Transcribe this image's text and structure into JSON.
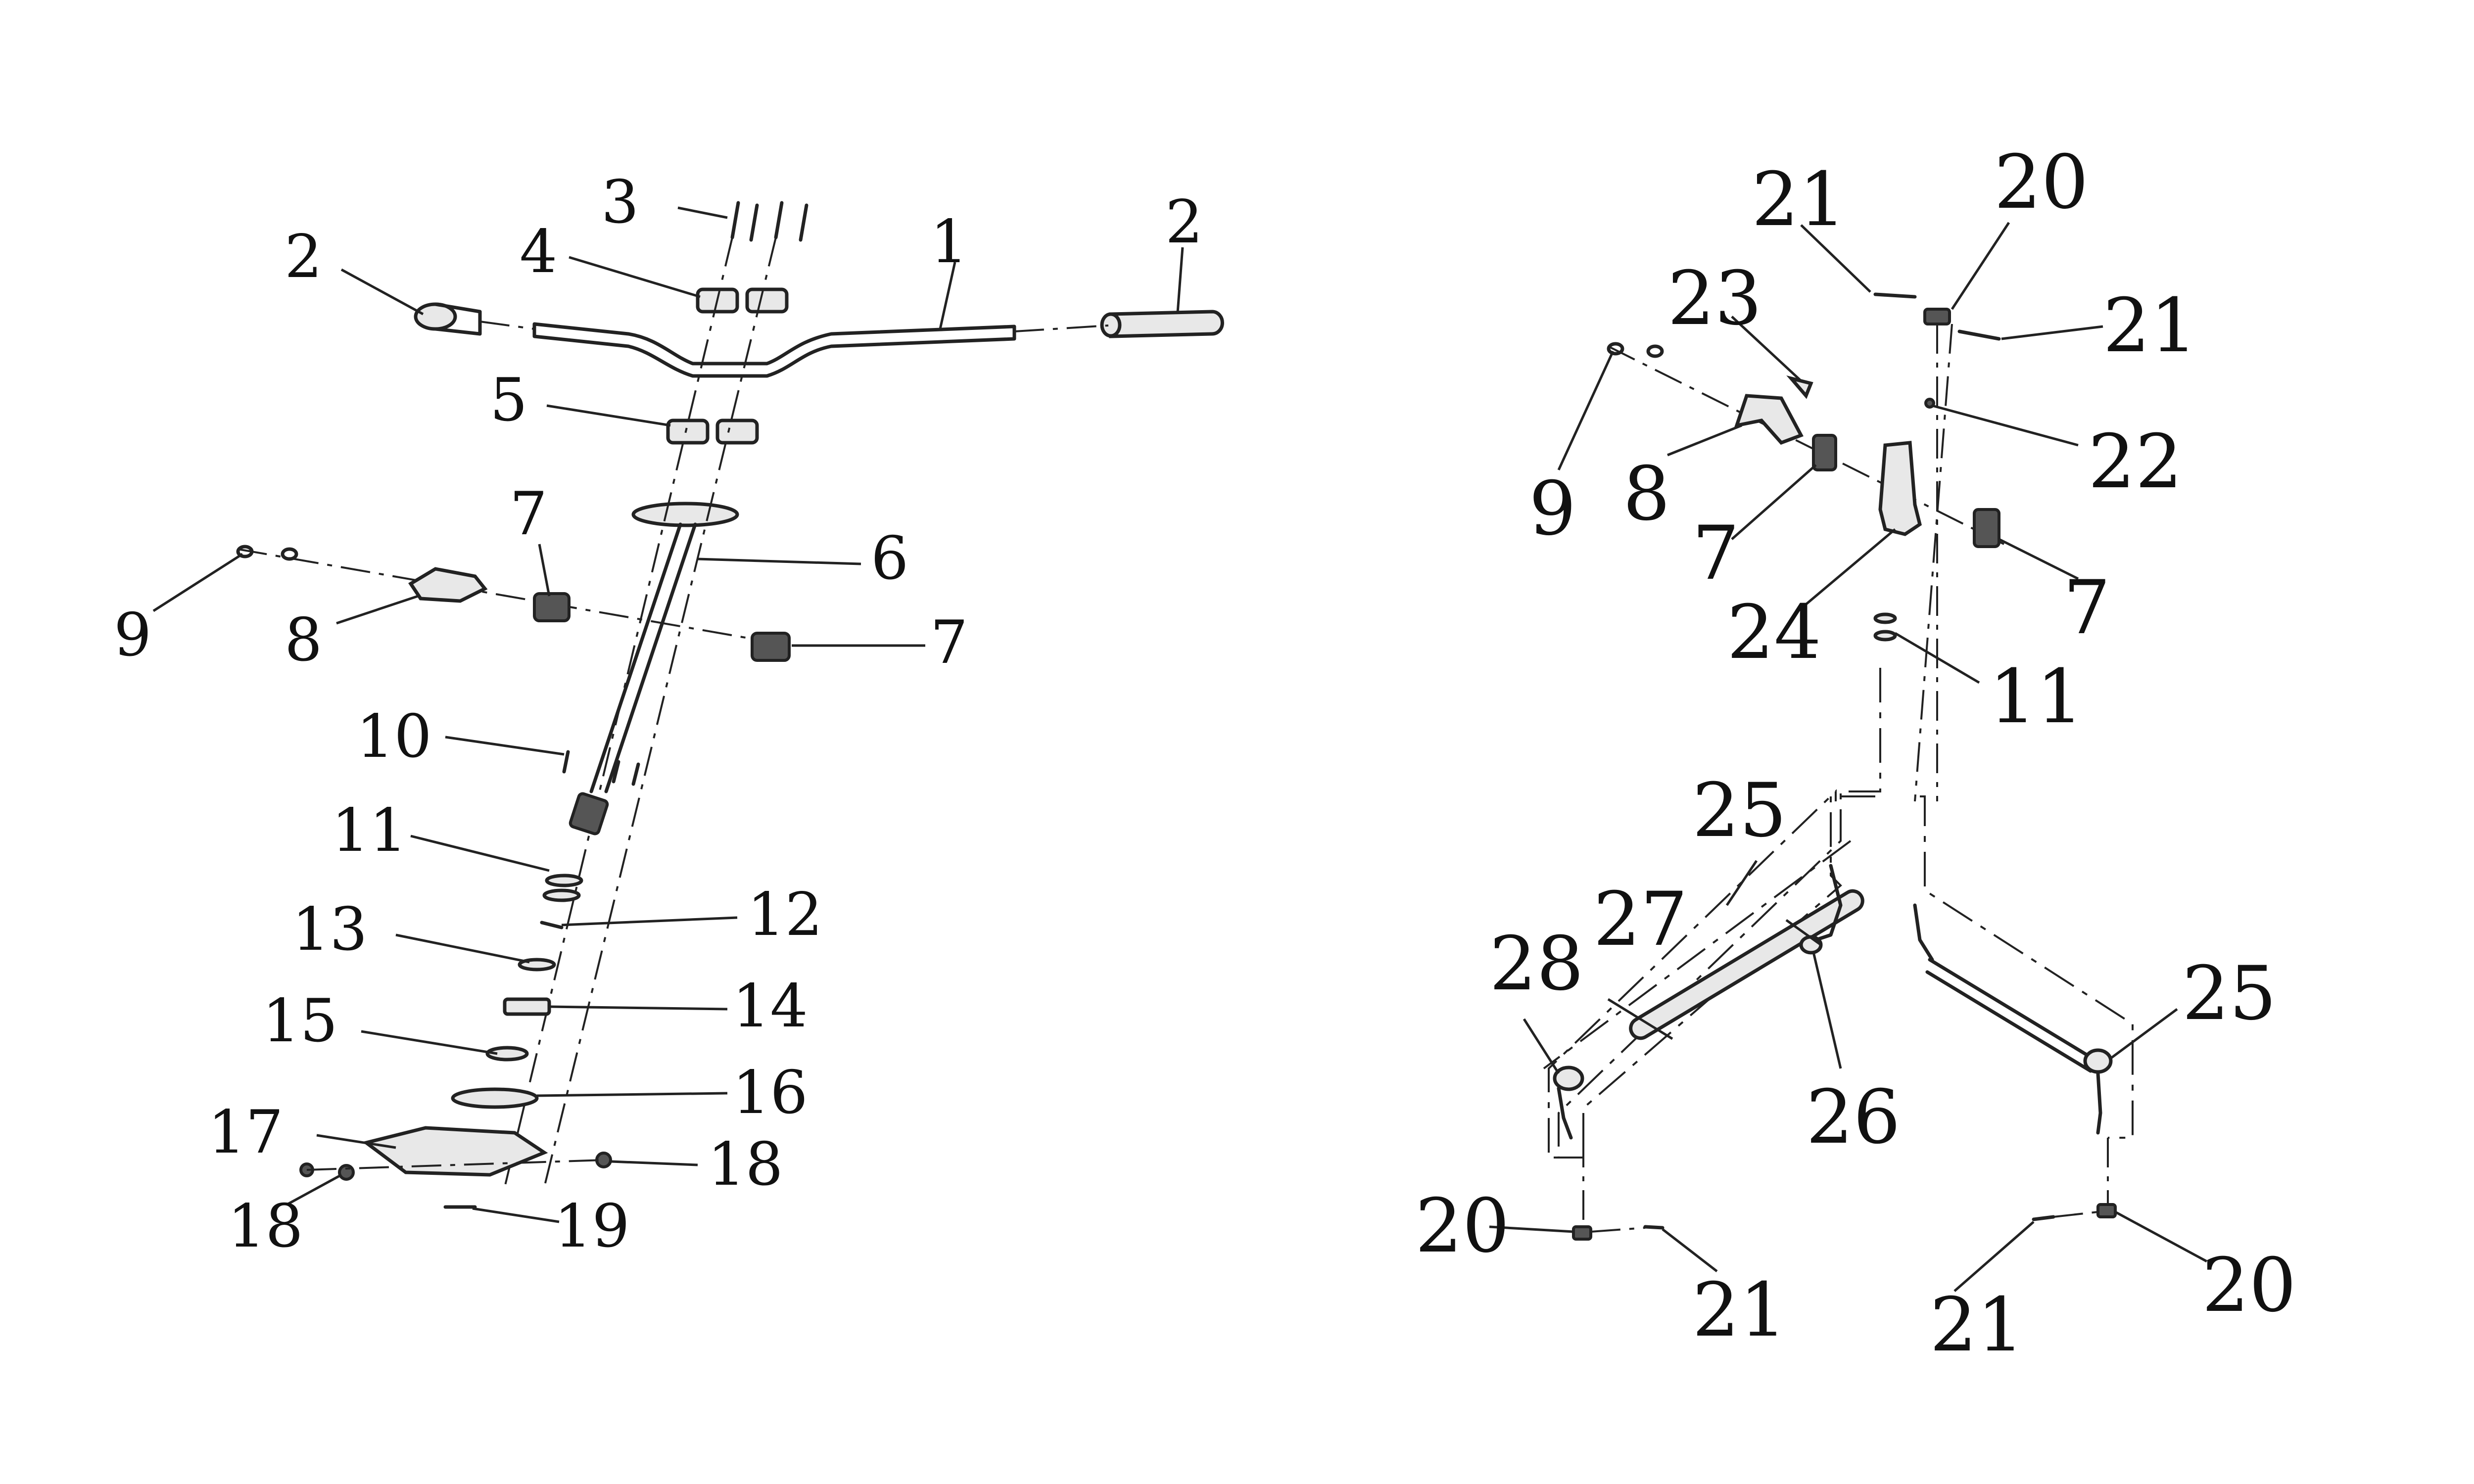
{
  "diagram": {
    "left_view": {
      "callouts": [
        "1",
        "2",
        "2",
        "3",
        "4",
        "5",
        "6",
        "7",
        "7",
        "8",
        "9",
        "10",
        "11",
        "12",
        "13",
        "14",
        "15",
        "16",
        "17",
        "18",
        "18",
        "19"
      ]
    },
    "right_view": {
      "callouts": [
        "7",
        "7",
        "8",
        "9",
        "11",
        "20",
        "20",
        "20",
        "21",
        "21",
        "21",
        "21",
        "22",
        "23",
        "24",
        "25",
        "25",
        "26",
        "27",
        "28"
      ]
    }
  }
}
